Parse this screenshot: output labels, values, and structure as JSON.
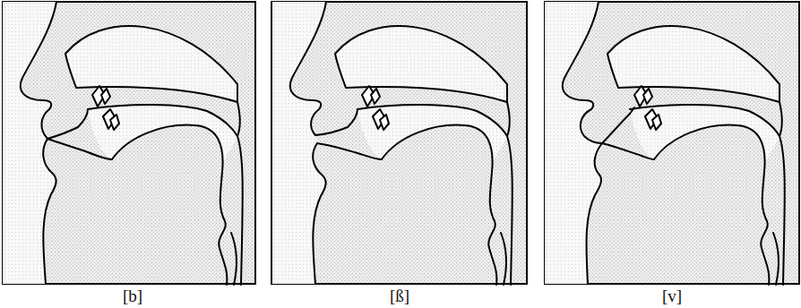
{
  "diagram": {
    "labels": [
      "[b]",
      "[ß]",
      "[v]"
    ]
  }
}
